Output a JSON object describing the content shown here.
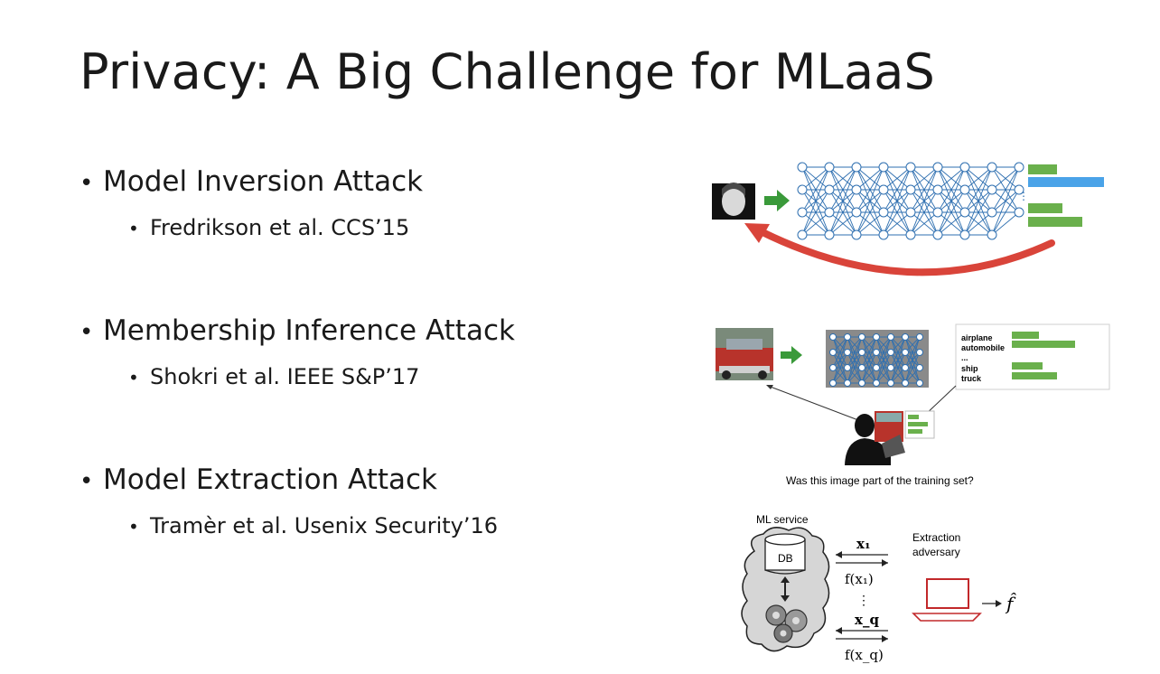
{
  "slide": {
    "title": "Privacy: A Big Challenge for MLaaS",
    "bullets": [
      {
        "label": "Model Inversion Attack",
        "sub": "Fredrikson  et al. CCS’15"
      },
      {
        "label": "Membership Inference Attack",
        "sub": "Shokri et al.  IEEE S&P’17"
      },
      {
        "label": "Model Extraction Attack",
        "sub": "Tramèr et al. Usenix Security’16"
      }
    ]
  },
  "membership_figure": {
    "class_labels": [
      "airplane",
      "automobile",
      "...",
      "ship",
      "truck"
    ],
    "caption": "Was this image part of the training set?"
  },
  "extraction_figure": {
    "service_label": "ML service",
    "db_label": "DB",
    "adversary_label_line1": "Extraction",
    "adversary_label_line2": "adversary",
    "query_first": "x₁",
    "response_first": "f(x₁)",
    "ellipsis": "⋮",
    "query_last": "x_q",
    "response_last": "f(x_q)",
    "output": "f̂"
  },
  "colors": {
    "arrow_green": "#3a9a3a",
    "bar_green": "#6ab04c",
    "bar_blue": "#4aa3e8",
    "network_blue": "#2e6fb0",
    "arrow_red": "#d9443a"
  }
}
